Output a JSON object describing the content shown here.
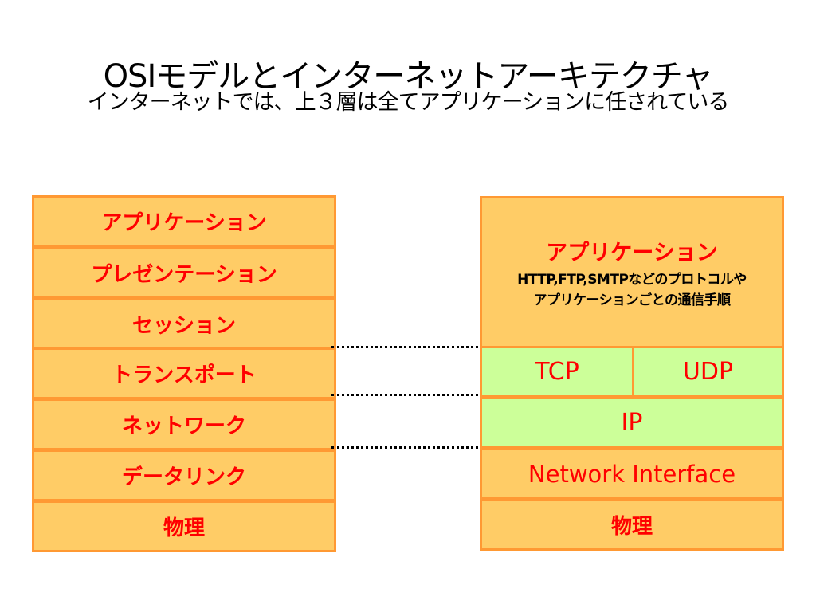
{
  "title": "OSIモデルとインターネットアーキテクチャ",
  "subtitle": "インターネットでは、上３層は全てアプリケーションに任されている",
  "osi_layers": [
    "アプリケーション",
    "プレゼンテーション",
    "セッション",
    "トランスポート",
    "ネットワーク",
    "データリンク",
    "物理"
  ],
  "tcpip": {
    "application_title": "アプリケーション",
    "application_desc_line1": "HTTP,FTP,SMTPなどのプロトコルや",
    "application_desc_line2": "アプリケーションごとの通信手順",
    "tcp": "TCP",
    "udp": "UDP",
    "ip": "IP",
    "network_interface": "Network Interface",
    "physical": "物理"
  },
  "colors": {
    "layer_fill": "#ffcc66",
    "layer_border": "#ff9933",
    "transport_fill": "#ccff99",
    "label_text": "#ff0000"
  }
}
